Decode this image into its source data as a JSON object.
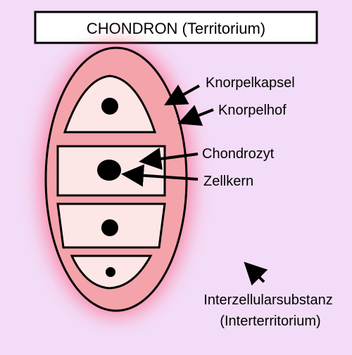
{
  "diagram": {
    "title": "CHONDRON (Territorium)",
    "labels": {
      "capsule": "Knorpelkapsel",
      "halo": "Knorpelhof",
      "chondrocyte": "Chondrozyt",
      "nucleus": "Zellkern",
      "matrix_line1": "Interzellularsubstanz",
      "matrix_line2": "(Interterritorium)"
    }
  },
  "colors": {
    "background": "#f3dcf7",
    "halo": "#ff3b5c",
    "capsule": "#f5a3ab",
    "cell": "#fde6e6",
    "outline": "#000000"
  }
}
